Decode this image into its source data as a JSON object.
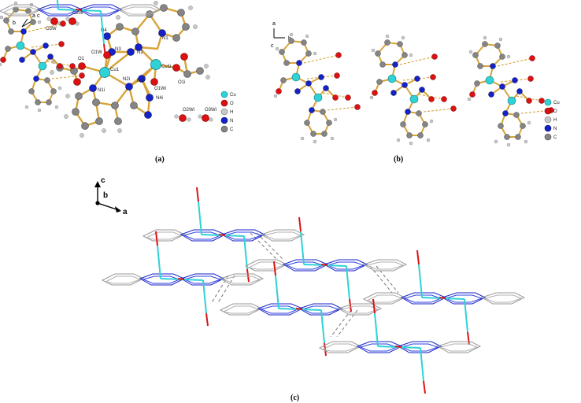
{
  "panels": {
    "a": {
      "caption": "(a)",
      "axes": [
        "b",
        "a",
        "c"
      ],
      "atom_labels": [
        "O3W",
        "O2W",
        "N4",
        "O1",
        "O1W",
        "N3",
        "N2",
        "N1",
        "Cu1",
        "Cu1i",
        "N3",
        "N2i",
        "O1Wi",
        "O1i",
        "N1i",
        "N4i",
        "O2Wi",
        "O3Wi"
      ],
      "legend": [
        "Cu",
        "O",
        "H",
        "N",
        "C"
      ]
    },
    "b": {
      "caption": "(b)",
      "axes": [
        "a",
        "b",
        "c"
      ],
      "legend": [
        "Cu",
        "O",
        "H",
        "N",
        "C"
      ]
    },
    "c": {
      "caption": "(c)",
      "axes": [
        "c",
        "b",
        "a"
      ]
    }
  },
  "colors": {
    "Cu": "#2fd2d6",
    "O": "#dd1111",
    "H": "#c8c8c8",
    "N": "#1522c8",
    "C": "#858585",
    "bond": "#d6a43a",
    "hbond": "#d69a1a"
  }
}
